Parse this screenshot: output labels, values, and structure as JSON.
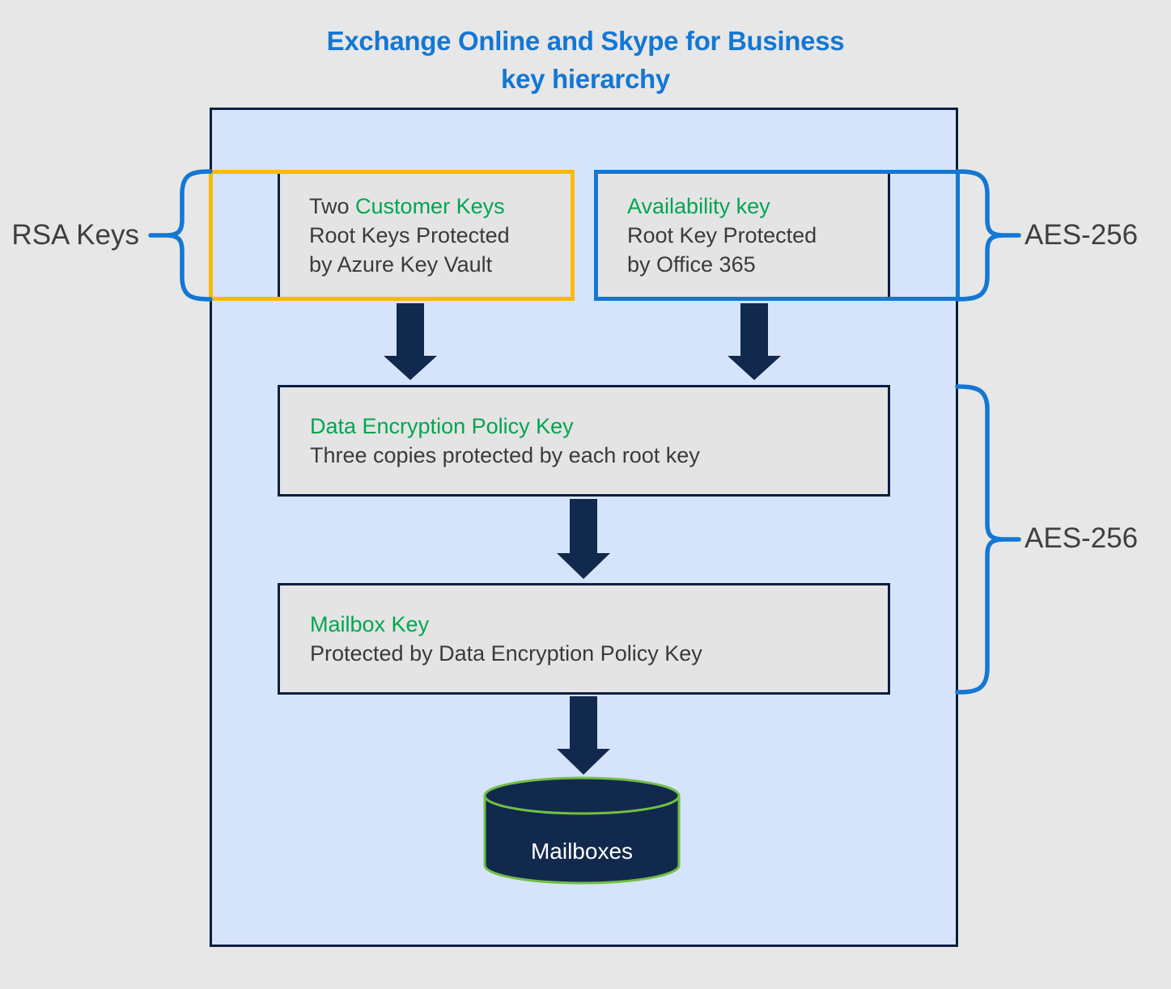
{
  "title": {
    "line1": "Exchange Online and Skype for Business",
    "line2": "key hierarchy"
  },
  "boxes": {
    "customer": {
      "prefix": "Two ",
      "highlight": "Customer Keys",
      "line2": "Root Keys Protected",
      "line3": "by Azure Key Vault"
    },
    "availability": {
      "highlight": "Availability key",
      "line2": "Root Key Protected",
      "line3": "by Office 365"
    },
    "dep": {
      "highlight": "Data Encryption Policy Key",
      "line2": "Three copies protected by each root key"
    },
    "mailbox_key": {
      "highlight": "Mailbox Key",
      "line2": "Protected by Data Encryption Policy Key"
    }
  },
  "labels": {
    "rsa": "RSA Keys",
    "aes_top": "AES-256",
    "aes_bottom": "AES-256"
  },
  "cylinder": {
    "label": "Mailboxes"
  },
  "colors": {
    "title_blue": "#1377D4",
    "accent_blue": "#1377D4",
    "accent_orange": "#FFB900",
    "highlight_green": "#00A64F",
    "cylinder_green": "#72BF44",
    "navy_arrow": "#12294E",
    "navy_border": "#0A1F40",
    "container_fill": "#D6E4FB",
    "box_fill": "#E4E4E4",
    "page_background": "#E7E7E7"
  }
}
